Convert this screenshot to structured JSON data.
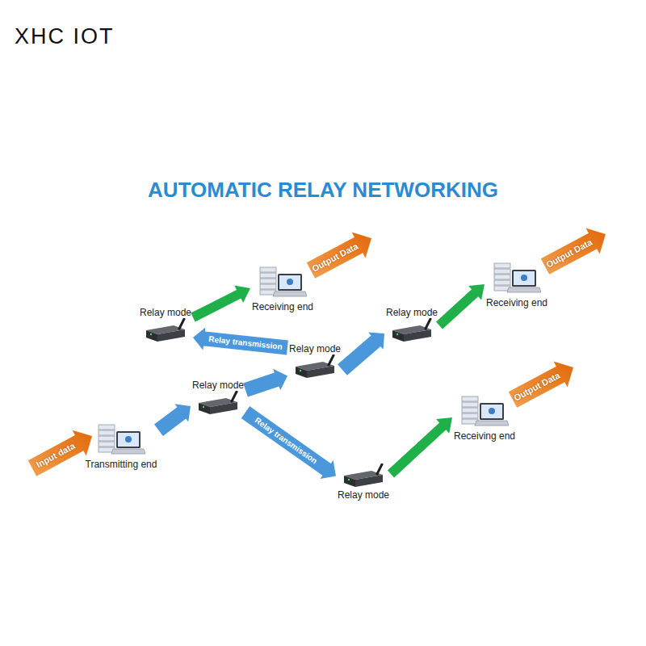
{
  "diagram": {
    "title": "AUTOMATIC RELAY NETWORKING",
    "nodes": [
      {
        "text": [
          "Receiving end"
        ]
      },
      {
        "text": [
          "Relay mode"
        ]
      },
      {
        "text": [
          "Receiving end"
        ]
      },
      {
        "text": [
          "Relay mode"
        ]
      },
      {
        "text": [
          "Relay mode"
        ]
      },
      {
        "text": [
          "Relay mode"
        ]
      },
      {
        "text": [
          "Transmitting end"
        ]
      },
      {
        "text": [
          "Receiving end"
        ]
      },
      {
        "text": [
          "Relay mode"
        ]
      }
    ],
    "edges": [
      {
        "from": 6,
        "to": 5,
        "arrow": "to"
      },
      {
        "from": 5,
        "to": 4,
        "arrow": "to"
      },
      {
        "from": 4,
        "to": 3,
        "arrow": "to"
      },
      {
        "from": 4,
        "to": 1,
        "label": "Relay transmission",
        "arrow": "to"
      },
      {
        "from": 5,
        "to": 8,
        "label": "Relay transmission",
        "arrow": "to"
      },
      {
        "from": 1,
        "to": 0,
        "arrow": "to"
      },
      {
        "from": 3,
        "to": 2,
        "arrow": "to"
      },
      {
        "from": 8,
        "to": 7,
        "arrow": "to"
      }
    ],
    "labels": [
      "XHC IOT",
      "Output Data",
      "Output Data",
      "Output Data",
      "Input data"
    ]
  }
}
